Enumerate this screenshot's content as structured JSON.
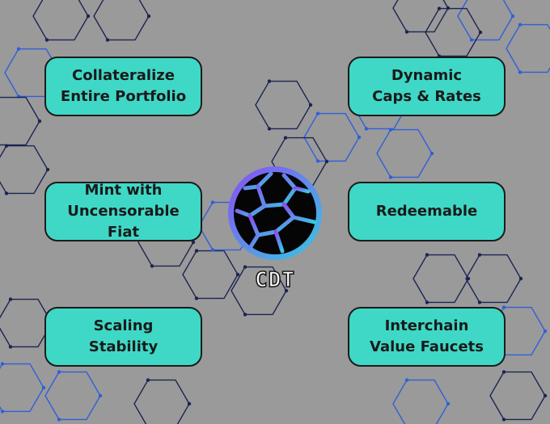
{
  "colors": {
    "background": "#9a9a9a",
    "card_fill": "#3fd8c6",
    "card_border": "#1b1b1b",
    "network_dark": "#1c2452",
    "network_blue": "#2f5fd8"
  },
  "center": {
    "logo_icon": "cdt-sphere-logo",
    "label": "CDT"
  },
  "features": [
    {
      "label": "Collateralize\nEntire Portfolio"
    },
    {
      "label": "Dynamic\nCaps & Rates"
    },
    {
      "label": "Mint with\nUncensorable Fiat"
    },
    {
      "label": "Redeemable"
    },
    {
      "label": "Scaling\nStability"
    },
    {
      "label": "Interchain\nValue Faucets"
    }
  ]
}
